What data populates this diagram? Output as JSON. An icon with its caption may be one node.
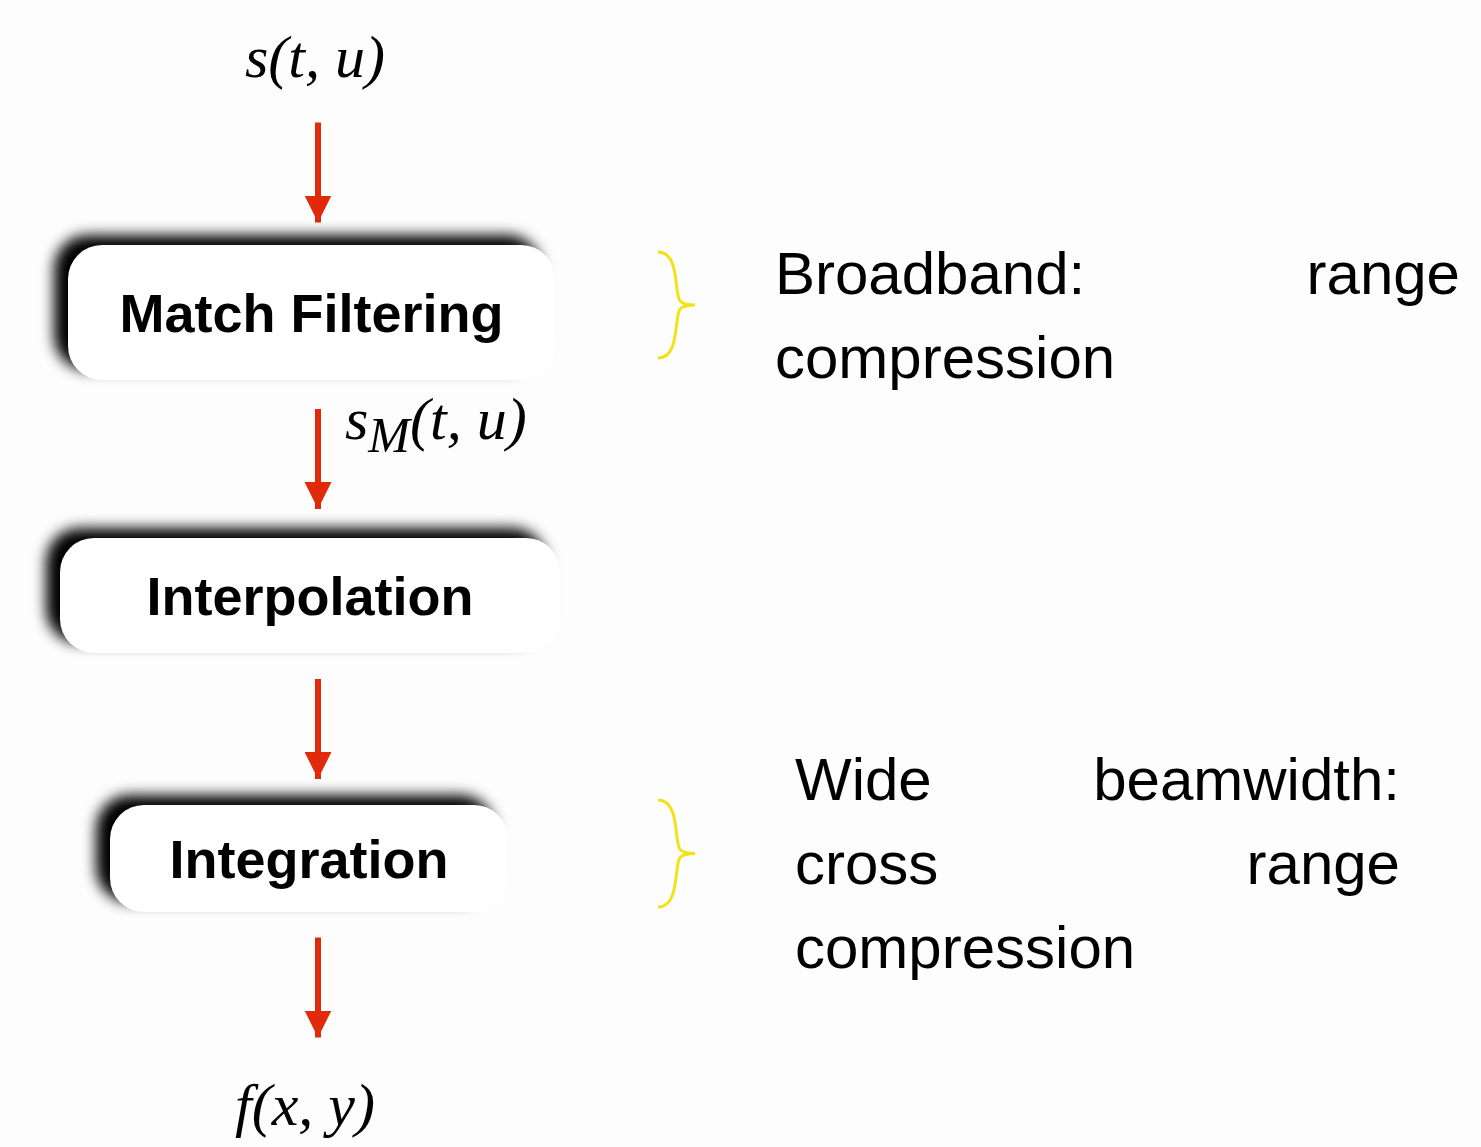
{
  "diagram": {
    "nodes": [
      {
        "text": [
          "s(t, u)"
        ]
      },
      {
        "text": [
          "Match Filtering"
        ]
      },
      {
        "text": [
          "Interpolation"
        ]
      },
      {
        "text": [
          "Integration"
        ]
      },
      {
        "text": [
          "f(x, y)"
        ]
      }
    ],
    "edges": [
      {
        "from": 0,
        "to": 1,
        "arrow": "to"
      },
      {
        "from": 1,
        "to": 2,
        "arrow": "to",
        "label": "s$_{M}$(t, u)"
      },
      {
        "from": 2,
        "to": 3,
        "arrow": "to"
      },
      {
        "from": 3,
        "to": 4,
        "arrow": "to"
      }
    ],
    "labels": [
      "Broadband: range compression",
      "Wide beamwidth: cross range compression"
    ]
  }
}
